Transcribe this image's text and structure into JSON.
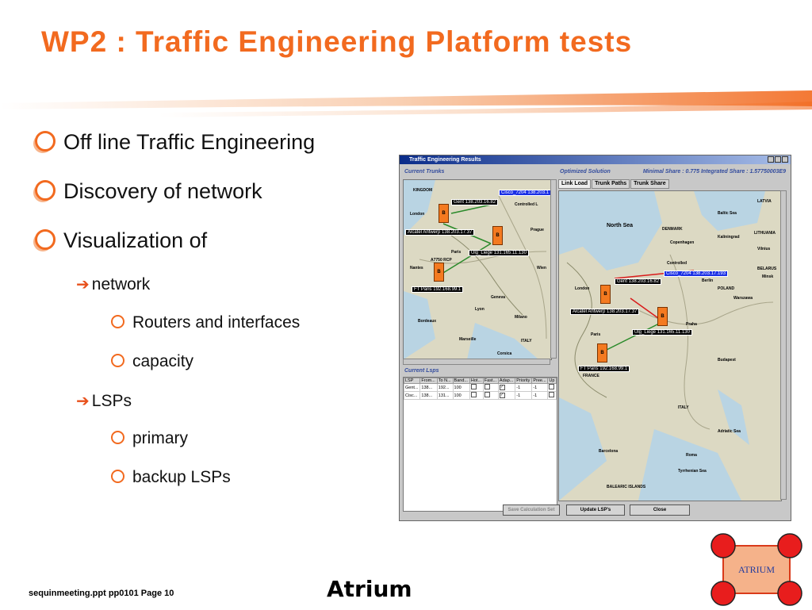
{
  "title": "WP2 : Traffic Engineering Platform tests",
  "bullets": {
    "l1": [
      "Off line Traffic Engineering",
      "Discovery of network",
      "Visualization of"
    ],
    "network": "network",
    "routers": "Routers and interfaces",
    "capacity": "capacity",
    "lsps": "LSPs",
    "primary": "primary",
    "backup": "backup LSPs"
  },
  "screenshot": {
    "window_title": "Traffic Engineering Results",
    "current_trunks": "Current Trunks",
    "current_lsps": "Current Lsps",
    "optimized": "Optimized Solution",
    "minimal_share": "Minimal Share : 0.775  Integrated Share : 1.57750003E9",
    "tabs": [
      "Link Load",
      "Trunk Paths",
      "Trunk Share"
    ],
    "lsp_headers": [
      "LSP",
      "From...",
      "To N...",
      "Band...",
      "Hot...",
      "Fast...",
      "Adap...",
      "Priority",
      "Pree...",
      "Up"
    ],
    "lsp_rows": [
      [
        "Gent...",
        "138...",
        "192...",
        "100",
        "",
        "",
        "✓",
        "-1",
        "-1",
        ""
      ],
      [
        "Cisc...",
        "138...",
        "131...",
        "100",
        "",
        "",
        "✓",
        "-1",
        "-1",
        ""
      ]
    ],
    "buttons": [
      "Save Calculation Set",
      "Update LSP's",
      "Close"
    ],
    "left_labels": [
      "Cisco_7204 138.203.1",
      "Gent 138.203.16.82",
      "Controlled L",
      "Alcatel Antwerp 138.203.17.37",
      "Ulg_Liege 131.165.11.130",
      "FT Paris 192.168.99.1"
    ],
    "right_labels": [
      "Cisco_7204 138.203.17.193",
      "Gent 138.203.16.82",
      "Alcatel Antwerp 138.203.17.37",
      "Ulg_Liege 131.165.11.130",
      "FT Paris 192.168.99.1",
      "Controlled"
    ],
    "router_tag": "A7750 RCP",
    "map_places_left": [
      "KINGDOM",
      "London",
      "Paris",
      "Nantes",
      "Bordeaux",
      "Marseille",
      "Lyon",
      "Geneva",
      "Prague",
      "Wien",
      "ITALY",
      "Milano",
      "Corsica"
    ],
    "map_places_right": [
      "North Sea",
      "DENMARK",
      "Copenhagen",
      "Berlin",
      "POLAND",
      "Warszawa",
      "Praha",
      "London",
      "Paris",
      "FRANCE",
      "ITALY",
      "Roma",
      "Barcelona",
      "Budapest",
      "Adriatic Sea",
      "Tyrrhenian Sea",
      "BALEARIC ISLANDS",
      "LITHUANIA",
      "BELARUS",
      "Minsk",
      "Vilnius",
      "LATVIA",
      "Baltic Sea",
      "Kaliningrad"
    ]
  },
  "footer": {
    "left": "sequinmeeting.ppt   pp0101 Page 10",
    "brand": "Atrium",
    "logo_text": "ATRIUM"
  },
  "colors": {
    "accent": "#f26a1f",
    "arrow": "#e8501b",
    "logo_node": "#e81d1d",
    "logo_fill": "#f5b28a"
  }
}
